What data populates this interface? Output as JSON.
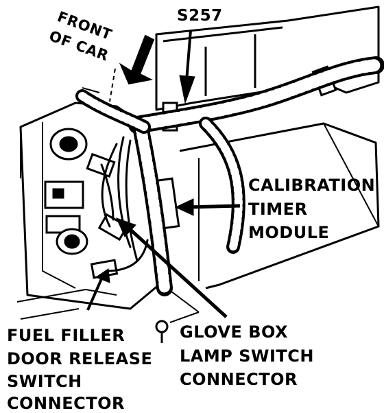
{
  "labels": {
    "front_of_car": [
      "FRONT",
      "OF CAR"
    ],
    "splice": "S257",
    "calibration_timer_module": [
      "CALIBRATION",
      "TIMER",
      "MODULE"
    ],
    "fuel_filler_connector": [
      "FUEL FILLER",
      "DOOR RELEASE",
      "SWITCH",
      "CONNECTOR"
    ],
    "glove_box_connector": [
      "GLOVE BOX",
      "LAMP SWITCH",
      "CONNECTOR"
    ]
  }
}
